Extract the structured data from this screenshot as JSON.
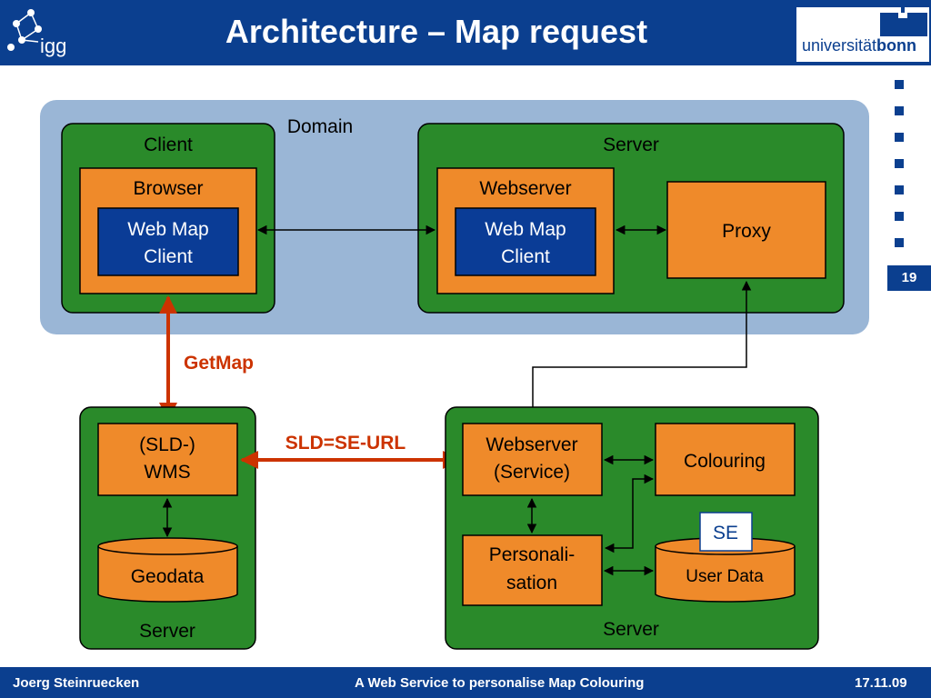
{
  "header": {
    "title": "Architecture – Map request",
    "logo_left": "igg",
    "logo_right_light": "universität",
    "logo_right_bold": "bonn"
  },
  "page_number": "19",
  "footer": {
    "author": "Joerg Steinruecken",
    "title": "A Web Service to personalise Map Colouring",
    "date": "17.11.09"
  },
  "diagram": {
    "domain_label": "Domain",
    "client_label": "Client",
    "server_top_label": "Server",
    "browser_label": "Browser",
    "wmc_left_line1": "Web Map",
    "wmc_left_line2": "Client",
    "webserver_label": "Webserver",
    "wmc_right_line1": "Web Map",
    "wmc_right_line2": "Client",
    "proxy_label": "Proxy",
    "getmap_label": "GetMap",
    "sldse_label": "SLD=SE-URL",
    "wms_line1": "(SLD-)",
    "wms_line2": "WMS",
    "geodata_label": "Geodata",
    "server_bl_label": "Server",
    "ws_service_line1": "Webserver",
    "ws_service_line2": "(Service)",
    "colouring_label": "Colouring",
    "se_label": "SE",
    "personal_line1": "Personali-",
    "personal_line2": "sation",
    "userdata_label": "User Data",
    "server_br_label": "Server"
  },
  "colors": {
    "navy": "#0b3f8f",
    "domain_bg": "#9ab6d6",
    "green": "#2a8a2a",
    "orange": "#ef8a2a",
    "dark_blue_box": "#0a3c96",
    "red_arrow": "#cc3300"
  }
}
